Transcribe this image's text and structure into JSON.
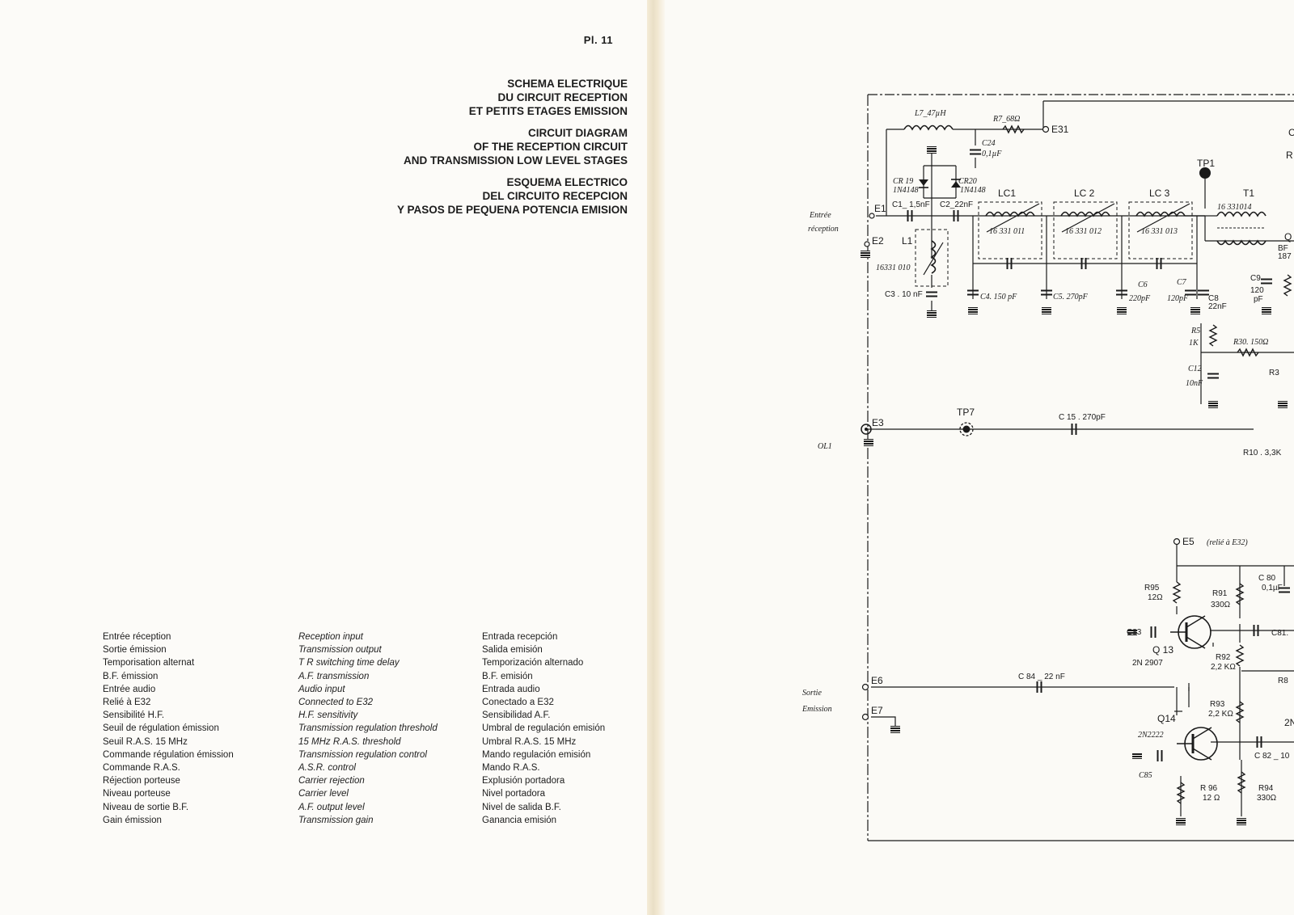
{
  "plate_number": "Pl. 11",
  "titles": {
    "fr": [
      "SCHEMA ELECTRIQUE",
      "DU CIRCUIT RECEPTION",
      "ET PETITS ETAGES EMISSION"
    ],
    "en": [
      "CIRCUIT DIAGRAM",
      "OF THE RECEPTION CIRCUIT",
      "AND TRANSMISSION LOW LEVEL STAGES"
    ],
    "es": [
      "ESQUEMA ELECTRICO",
      "DEL CIRCUITO RECEPCION",
      "Y PASOS DE PEQUENA POTENCIA EMISION"
    ]
  },
  "legend": {
    "fr": [
      "Entrée réception",
      "Sortie émission",
      "Temporisation alternat",
      "B.F. émission",
      "Entrée audio",
      "Relié à E32",
      "Sensibilité H.F.",
      "Seuil de régulation émission",
      "Seuil R.A.S. 15 MHz",
      "Commande régulation émission",
      "Commande R.A.S.",
      "Réjection porteuse",
      "Niveau porteuse",
      "Niveau de sortie B.F.",
      "Gain émission"
    ],
    "en": [
      "Reception input",
      "Transmission output",
      "T R switching time delay",
      "A.F. transmission",
      "Audio input",
      "Connected to E32",
      "H.F. sensitivity",
      "Transmission regulation threshold",
      "15 MHz R.A.S. threshold",
      "Transmission regulation control",
      "A.S.R. control",
      "Carrier rejection",
      "Carrier level",
      "A.F. output level",
      "Transmission gain"
    ],
    "es": [
      "Entrada recepción",
      "Salida emisión",
      "Temporización  alternado",
      "B.F. emisión",
      "Entrada audio",
      "Conectado a E32",
      "Sensibilidad A.F.",
      "Umbral de regulación emisión",
      "Umbral R.A.S. 15 MHz",
      "Mando regulación emisión",
      "Mando R.A.S.",
      "Explusión portadora",
      "Nivel portadora",
      "Nivel de salida B.F.",
      "Ganancia emisión"
    ]
  },
  "schematic": {
    "terminals": {
      "e1": "E1",
      "e2": "E2",
      "e3": "E3",
      "e5": "E5",
      "e5_note": "(relié à E32)",
      "e6": "E6",
      "e7": "E7",
      "e31": "E31"
    },
    "side_labels": {
      "entree": "Entrée",
      "reception": "réception",
      "ol1": "OL1",
      "sortie": "Sortie",
      "emission": "Emission"
    },
    "components": {
      "l7": "L7_47µH",
      "r7": "R7_68Ω",
      "c24": "C24",
      "c24_val": "0,1µF",
      "cr19": "CR 19",
      "cr19_type": "1N4148",
      "cr20": "CR20",
      "cr20_type": "1N4148",
      "c1": "C1_ 1,5nF",
      "c2": "C2_22nF",
      "l1": "L1",
      "l1_part": "16331 010",
      "c3": "C3 . 10 nF",
      "lc1": "LC1",
      "lc1_part": "16 331 011",
      "lc2": "LC 2",
      "lc2_part": "16 331 012",
      "lc3": "LC 3",
      "lc3_part": "16 331 013",
      "c4": "C4. 150 pF",
      "c5": "C5. 270pF",
      "c6": "C6",
      "c6_val": "220pF",
      "c7": "C7",
      "c7_val": "120pF",
      "c8": "C8",
      "c8_val": "22nF",
      "tp1": "TP1",
      "t1": "T1",
      "t1_part": "16 331014",
      "q_bf": "BF",
      "q_bf_num": "187",
      "c9": "C9",
      "c9_val": "120",
      "c9_unit": "pF",
      "r5": "R5",
      "r5_val": "1K",
      "r30": "R30. 150Ω",
      "r31": "R3",
      "c12": "C12",
      "c12_val": "10nF",
      "tp7": "TP7",
      "c15": "C 15 . 270pF",
      "r10": "R10 . 3,3K",
      "r95": "R95",
      "r95_val": "12Ω",
      "r91": "R91",
      "r91_val": "330Ω",
      "c80": "C 80",
      "c80_val": "0,1µF",
      "c83": "C83",
      "q13": "Q 13",
      "q13_type": "2N 2907",
      "c81": "C81.",
      "r92": "R92",
      "r92_val": "2,2 KΩ",
      "c84": "C 84 _ 22 nF",
      "r93": "R93",
      "r93_val": "2,2 KΩ",
      "q14": "Q14",
      "q14_type": "2N2222",
      "c85": "C85",
      "c82": "C 82 _ 10",
      "r96": "R 96",
      "r96_val": "12 Ω",
      "r94": "R94",
      "r94_val": "330Ω",
      "r_cut": "R8",
      "r_cut2": "2N",
      "r_cut3": "C",
      "r_cut4": "R",
      "q_cut": "Q"
    }
  }
}
